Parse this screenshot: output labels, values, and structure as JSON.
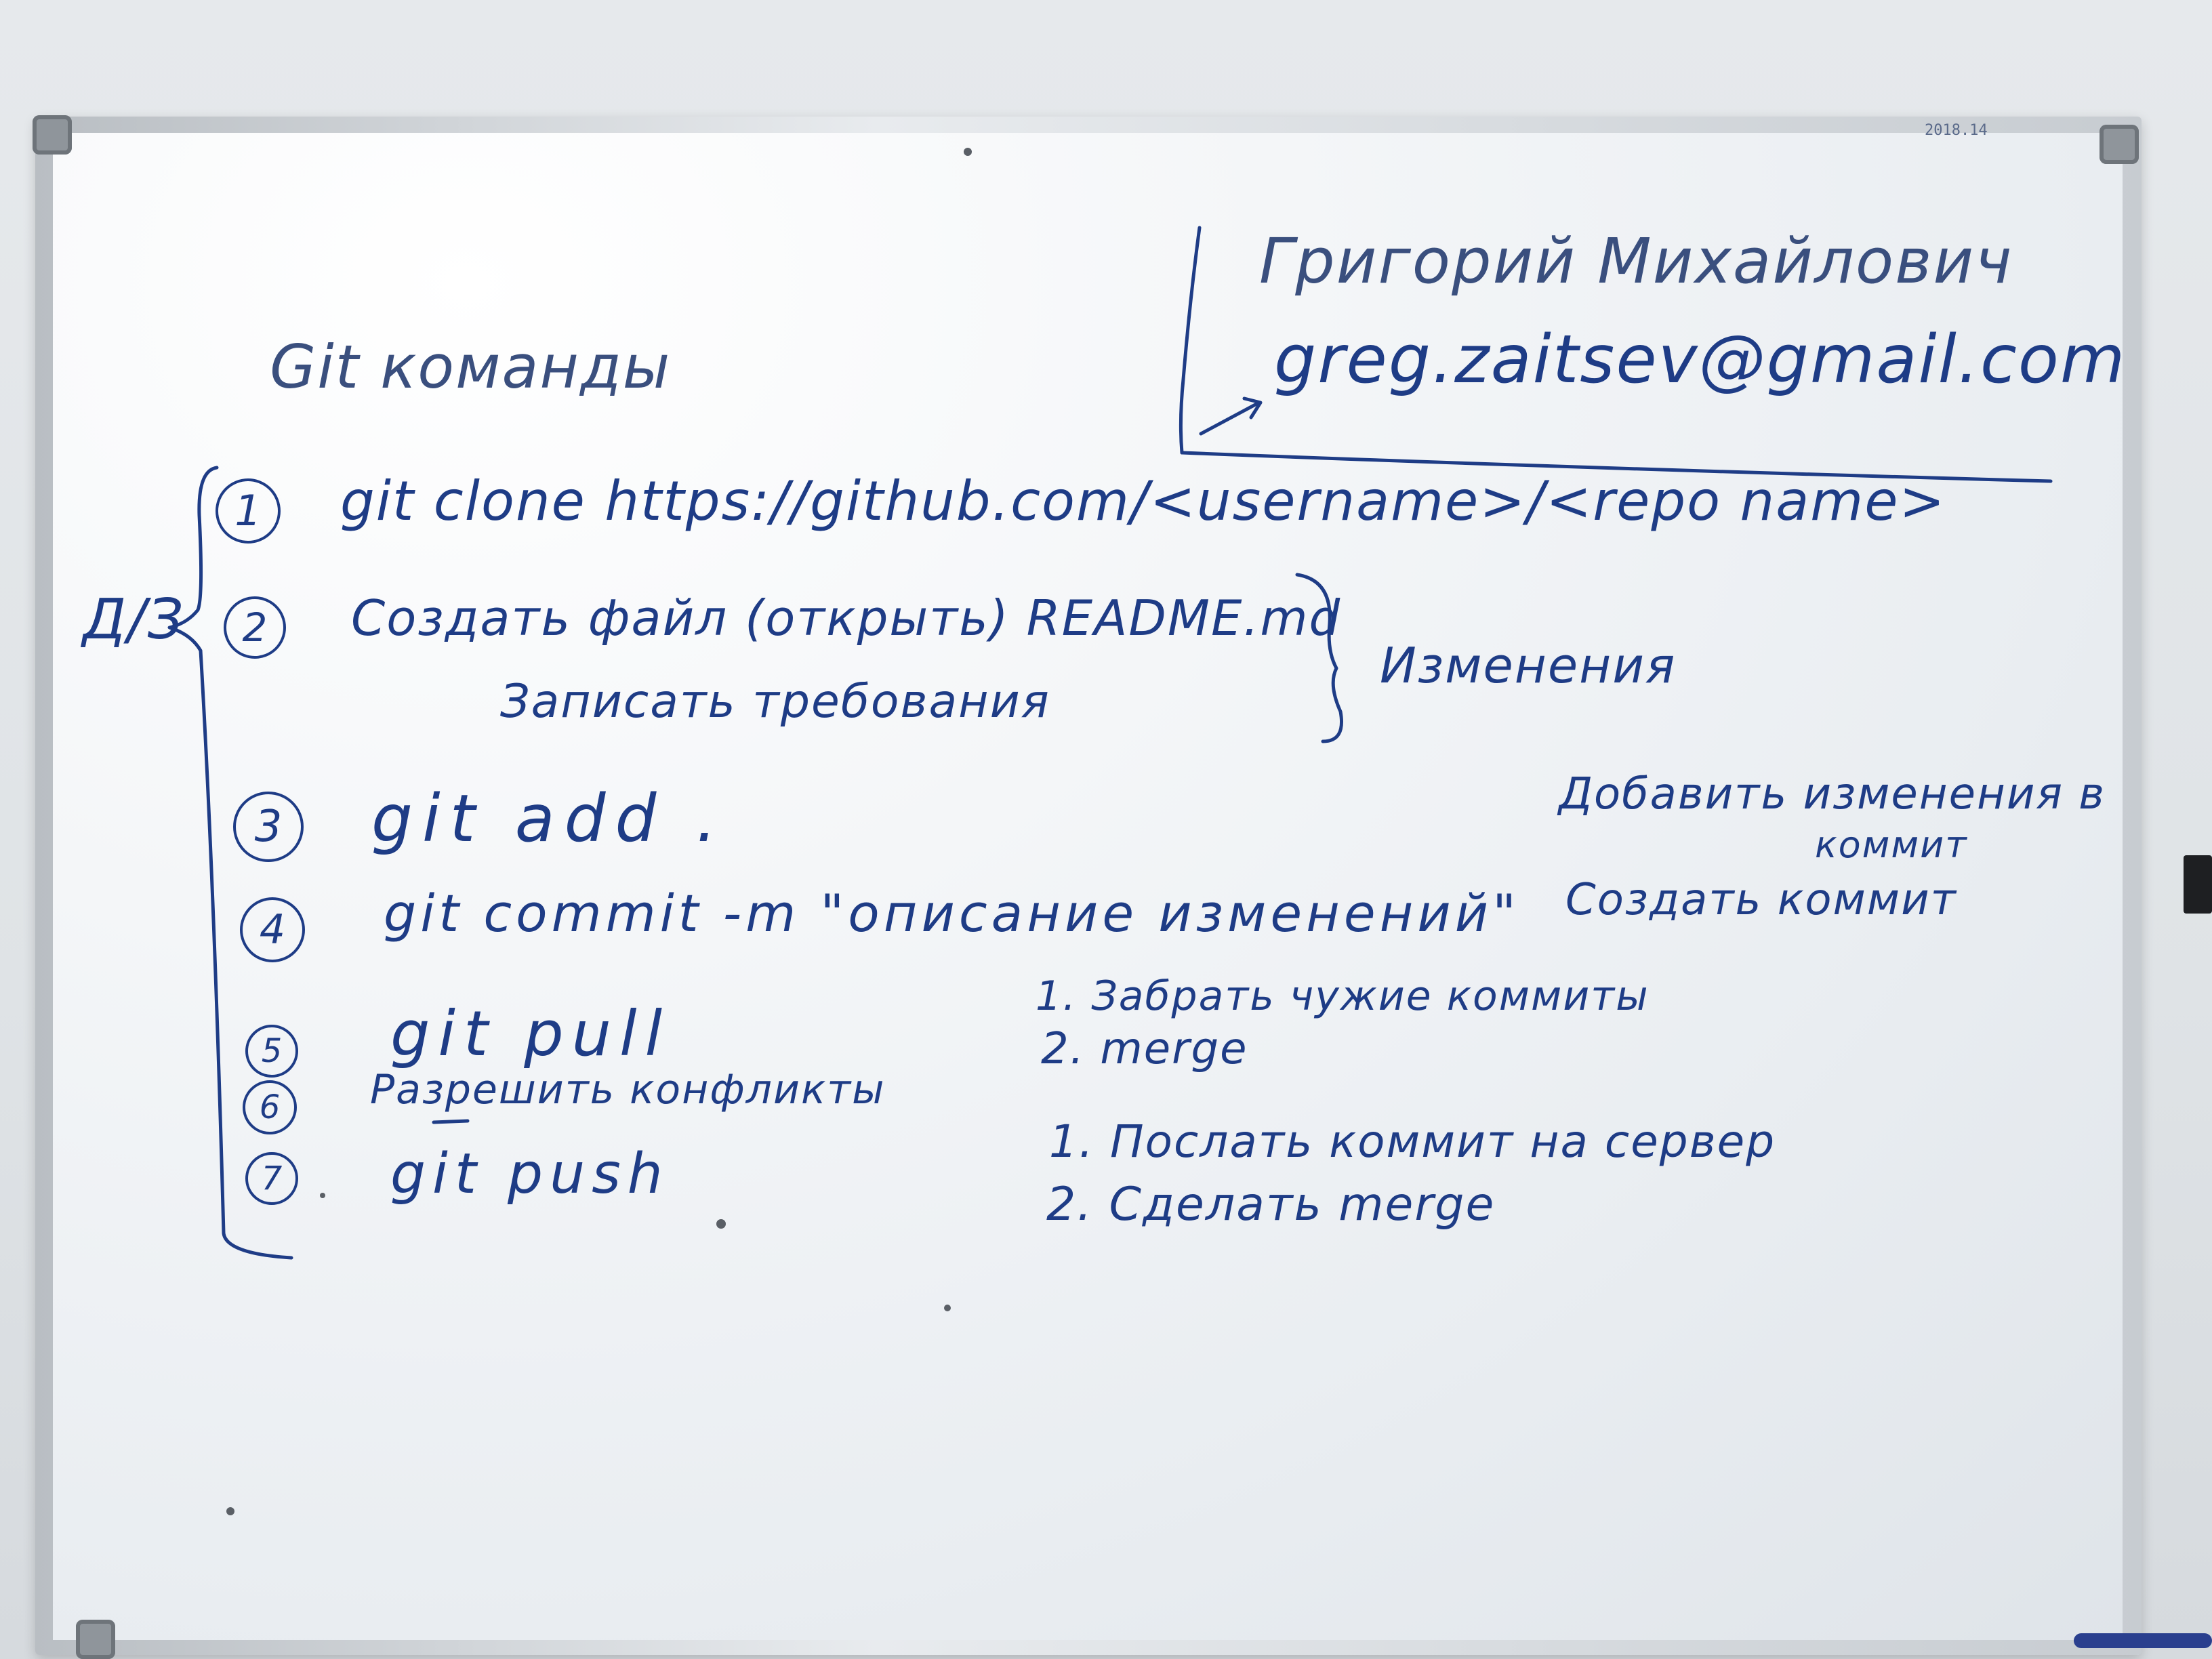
{
  "board": {
    "title": "Git команды",
    "contact": {
      "name": "Григорий Михайлович",
      "email": "greg.zaitsev@gmail.com"
    },
    "group_label": "Д/З",
    "corner_mark": "2018.14",
    "steps": [
      {
        "num": "1",
        "command": "git clone https://github.com/<username>/<repo name>"
      },
      {
        "num": "2",
        "command": "Создать файл (открыть) README.md",
        "sub": "Записать требования",
        "side": "Изменения"
      },
      {
        "num": "3",
        "command": "git add .",
        "side": "Добавить изменения в",
        "side2": "коммит"
      },
      {
        "num": "4",
        "command": "git commit -m \"описание изменений\"",
        "side": "Создать коммит"
      },
      {
        "num": "5",
        "command": "git pull"
      },
      {
        "num": "6",
        "command": "Разрешить конфликты"
      },
      {
        "num": "7",
        "command": "git push"
      }
    ],
    "pull_notes": [
      "1. Забрать чужие коммиты",
      "2. merge"
    ],
    "push_notes": [
      "1. Послать коммит на сервер",
      "2. Сделать merge"
    ]
  },
  "colors": {
    "ink": "#1e3c86",
    "faded_ink": "#3a4f7e",
    "board": "#f1f4f7"
  }
}
